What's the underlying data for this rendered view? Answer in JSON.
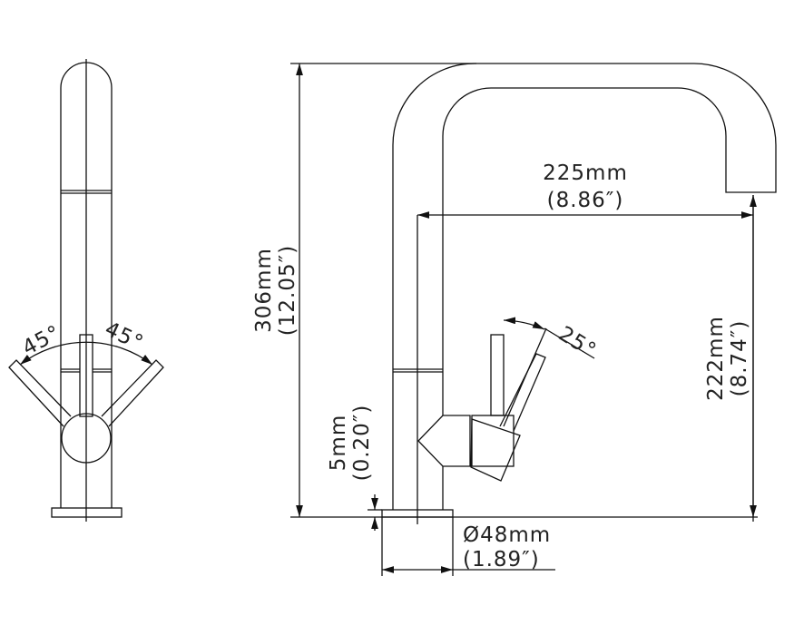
{
  "side_view": {
    "angle_left": "45°",
    "angle_right": "45°"
  },
  "front_view": {
    "lever_angle": "25°"
  },
  "dimensions": {
    "height_mm": "306mm",
    "height_in": "(12.05″)",
    "reach_mm": "225mm",
    "reach_in": "(8.86″)",
    "spout_height_mm": "222mm",
    "spout_height_in": "(8.74″)",
    "base_thickness_mm": "5mm",
    "base_thickness_in": "(0.20″)",
    "base_diameter_mm": "Ø48mm",
    "base_diameter_in": "(1.89″)"
  }
}
